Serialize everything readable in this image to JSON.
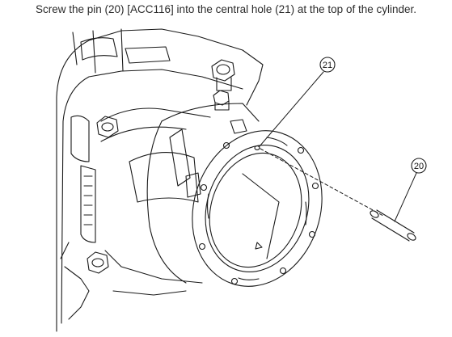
{
  "instruction": "Screw the pin (20) [ACC116] into the central hole (21) at the top of the cylinder.",
  "callouts": [
    {
      "id": "hole",
      "number": "21"
    },
    {
      "id": "pin",
      "number": "20"
    }
  ]
}
